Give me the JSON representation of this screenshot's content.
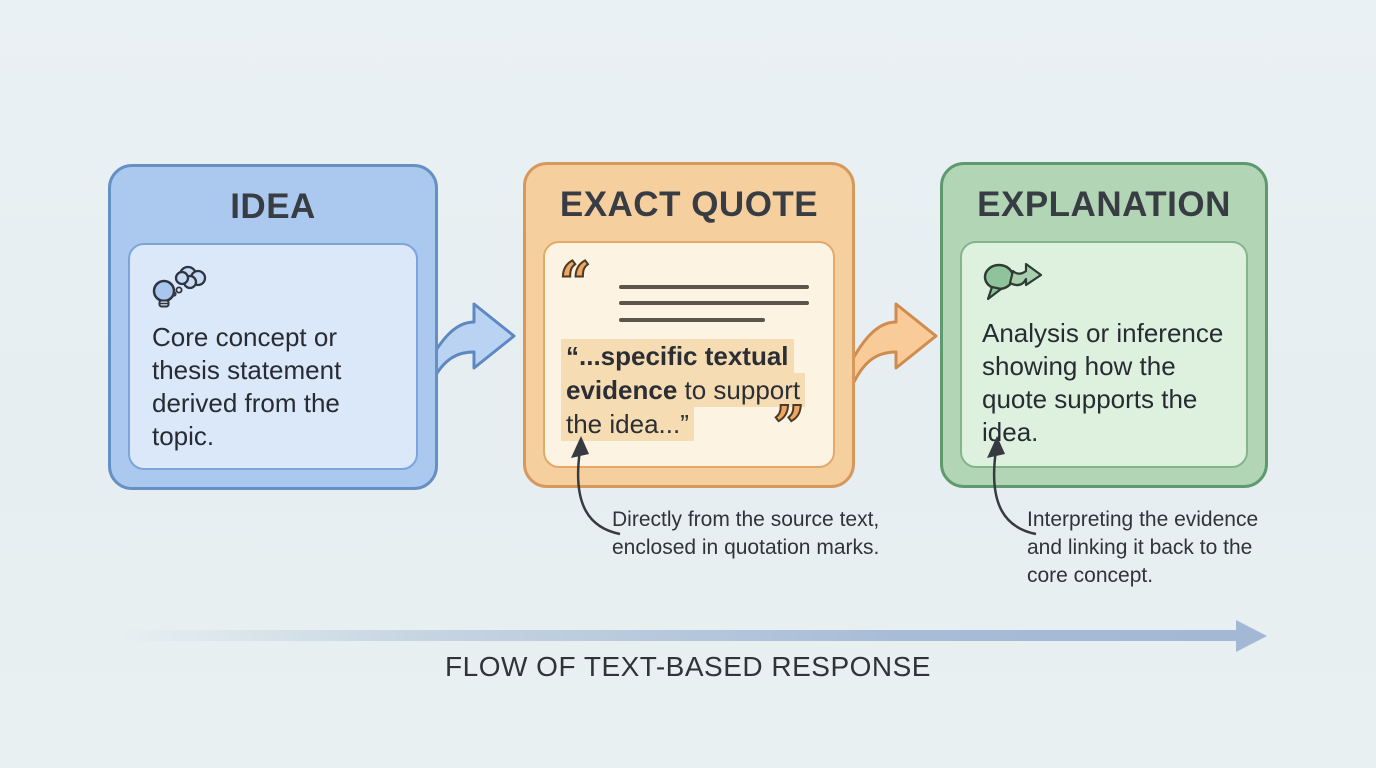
{
  "cards": {
    "idea": {
      "title": "IDEA",
      "body": "Core concept or thesis statement derived from the topic.",
      "icon": "lightbulb-thought-icon"
    },
    "exact_quote": {
      "title": "EXACT QUOTE",
      "quote_bold": "“...specific textual evidence",
      "quote_regular": " to support the idea...”",
      "open_quote_glyph": "“",
      "close_quote_glyph": "”",
      "icon": "quotation-marks-icon"
    },
    "explanation": {
      "title": "EXPLANATION",
      "body": "Analysis or inference showing how the quote supports the idea.",
      "icon": "speech-bubble-arrow-icon"
    }
  },
  "annotations": [
    {
      "target": "exact-quote",
      "text": "Directly from the source text, enclosed in quotation marks."
    },
    {
      "target": "explanation",
      "text": "Interpreting the evidence and linking it back to the core concept."
    }
  ],
  "flow": {
    "label": "FLOW OF TEXT-BASED RESPONSE"
  },
  "colors": {
    "background": "#e8eff2",
    "idea_fill": "#abc8ee",
    "idea_border": "#6690c4",
    "quote_fill": "#f6cf9e",
    "quote_border": "#d6995b",
    "quote_highlight": "#f6dcb2",
    "explanation_fill": "#b2d6b5",
    "explanation_border": "#5f9a6e",
    "flow_arrow": "#a2b8d5",
    "text_dark": "#30353c"
  }
}
